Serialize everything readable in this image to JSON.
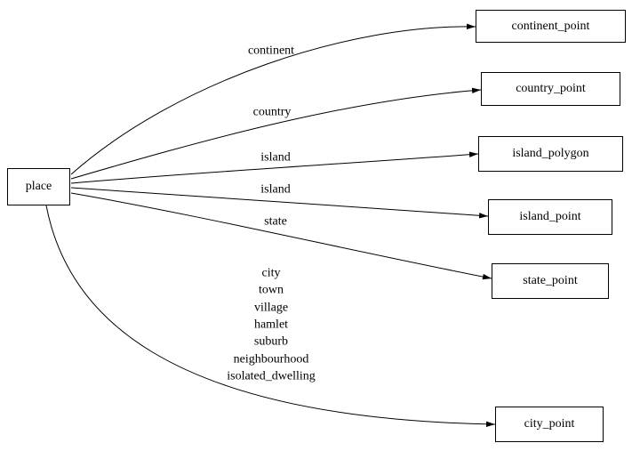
{
  "diagram": {
    "place": {
      "label": "place"
    },
    "targets": [
      {
        "label": "continent_point"
      },
      {
        "label": "country_point"
      },
      {
        "label": "island_polygon"
      },
      {
        "label": "island_point"
      },
      {
        "label": "state_point"
      },
      {
        "label": "city_point"
      }
    ],
    "edges": [
      {
        "from": "place",
        "to": "continent_point",
        "label": "continent"
      },
      {
        "from": "place",
        "to": "country_point",
        "label": "country"
      },
      {
        "from": "place",
        "to": "island_polygon",
        "label": "island"
      },
      {
        "from": "place",
        "to": "island_point",
        "label": "island"
      },
      {
        "from": "place",
        "to": "state_point",
        "label": "state"
      },
      {
        "from": "place",
        "to": "city_point",
        "label": "city\ntown\nvillage\nhamlet\nsuburb\nneighbourhood\nisolated_dwelling"
      }
    ]
  }
}
